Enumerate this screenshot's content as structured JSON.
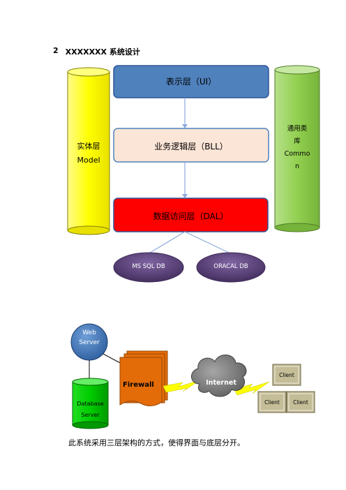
{
  "document": {
    "section_number": "2",
    "section_title": "XXXXXXX 系统设计",
    "caption": "此系统采用三层架构的方式，使得界面与底层分开。"
  },
  "architecture": {
    "ui_layer": "表示层（UI）",
    "bll_layer": "业务逻辑层（BLL）",
    "dal_layer": "数据访问层（DAL）",
    "model_label_1": "实体层",
    "model_label_2": "Model",
    "common_label_1": "通用类",
    "common_label_2": "库",
    "common_label_3": "Commo",
    "common_label_4": "n",
    "db1": "MS SQL DB",
    "db2": "ORACAL DB"
  },
  "network": {
    "web_server_1": "Web",
    "web_server_2": "Server",
    "db_server_1": "Database",
    "db_server_2": "Server",
    "firewall": "Firewall",
    "internet": "Internet",
    "client_top": "Client",
    "client_left": "Client",
    "client_right": "Client"
  },
  "colors": {
    "ui_blue": "#4f81bd",
    "bll_peach": "#fbe5d6",
    "dal_red": "#ff0000",
    "model_yellow": "#ffff00",
    "common_green": "#92d050",
    "db_purple": "#604a7b",
    "firewall_orange": "#e36c09",
    "db_server_green": "#00cc00",
    "cloud_gray": "#808080",
    "client_khaki": "#c4bd97"
  }
}
